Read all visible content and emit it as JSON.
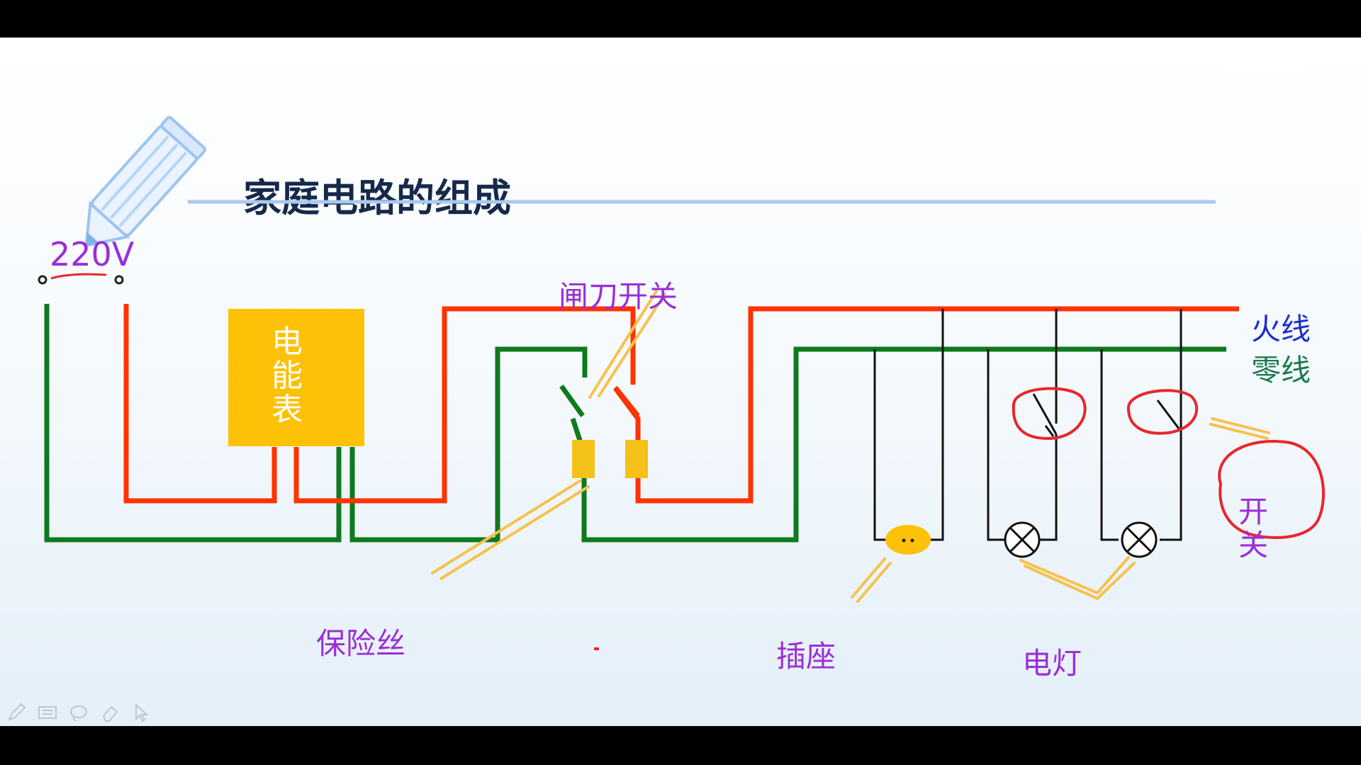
{
  "slide": {
    "title": "家庭电路的组成",
    "voltage_label": "220V"
  },
  "labels": {
    "meter": [
      "电",
      "能",
      "表"
    ],
    "knife_switch": "闸刀开关",
    "live_wire": "火线",
    "neutral_wire": "零线",
    "fuse": "保险丝",
    "socket": "插座",
    "lamp": "电灯",
    "switch": [
      "开",
      "关"
    ]
  },
  "colors": {
    "live_wire": "#ff3300",
    "neutral_wire": "#0e7a1e",
    "branch_wire": "#111111",
    "meter_box": "#fdc108",
    "fuse": "#f4c118",
    "annotation_circle": "#e8262d",
    "pointer_line": "#f6c24e"
  },
  "toolbar": {
    "tools": [
      "pen-icon",
      "screen-icon",
      "lasso-icon",
      "eraser-icon",
      "pointer-icon"
    ]
  }
}
